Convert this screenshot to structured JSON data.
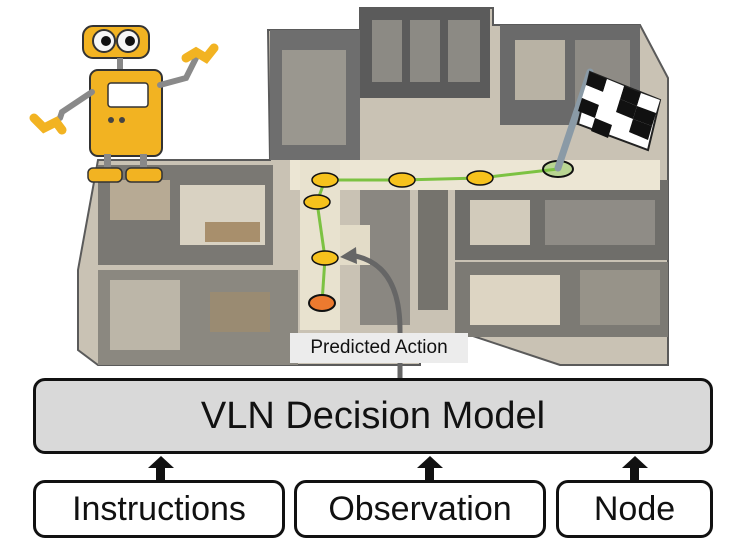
{
  "diagram": {
    "model_label": "VLN Decision Model",
    "inputs": [
      {
        "label": "Instructions"
      },
      {
        "label": "Observation"
      },
      {
        "label": "Node"
      }
    ],
    "action_label": "Predicted Action"
  },
  "map": {
    "path_color": "#7cc242",
    "waypoint_color": "#f6c21c",
    "start_color": "#ec7a2f",
    "goal_color": "#7cc242"
  },
  "icons": {
    "agent": "robot-icon",
    "goal": "checkered-flag-icon"
  }
}
